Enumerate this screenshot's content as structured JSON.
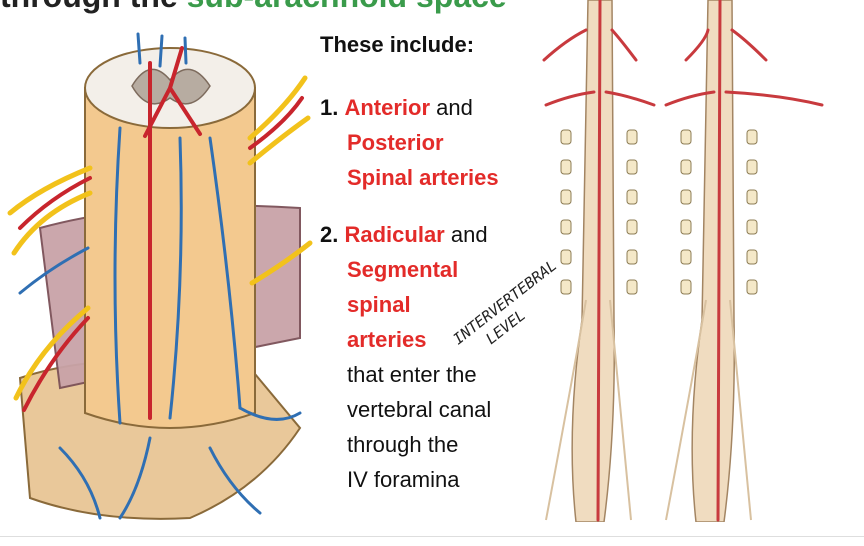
{
  "slide": {
    "top_title_part1": "through the ",
    "top_title_part2": "sub-arachnoid space",
    "heading": "These include:",
    "items": [
      {
        "number": "1.",
        "red_1": "Anterior",
        "plain_1": " and",
        "red_2": "Posterior",
        "red_3": "Spinal arteries"
      },
      {
        "number": "2.",
        "red_1": "Radicular",
        "plain_1": " and",
        "red_2": "Segmental",
        "red_3": "spinal",
        "red_4": "arteries",
        "plain_2": "that enter the",
        "plain_3": "vertebral canal",
        "plain_4": "through the",
        "plain_5": "IV foramina"
      }
    ],
    "handwritten_note": {
      "line1": "INTERVERTEBRAL",
      "line2": "LEVEL"
    }
  },
  "colors": {
    "accent_red": "#e32b29",
    "title_green": "#3a9b4b"
  }
}
